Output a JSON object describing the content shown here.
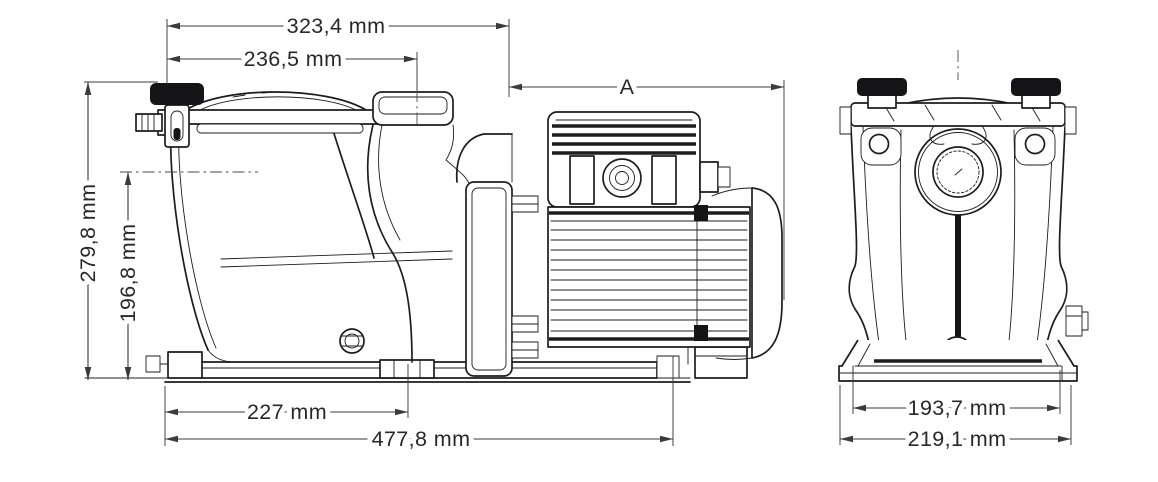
{
  "drawing": {
    "unit": "mm",
    "dimensions": {
      "overall_width_top": "323,4 mm",
      "lid_width": "236,5 mm",
      "motor_length": "A",
      "overall_height": "279,8 mm",
      "suction_center_height": "196,8 mm",
      "front_base_length": "227 mm",
      "overall_length": "477,8 mm",
      "foot_span": "193,7 mm",
      "base_width": "219,1 mm"
    },
    "colors": {
      "outline": "#1d1d1f",
      "dimension": "#3b3b3d",
      "knob": "#151517",
      "background": "#ffffff"
    }
  }
}
